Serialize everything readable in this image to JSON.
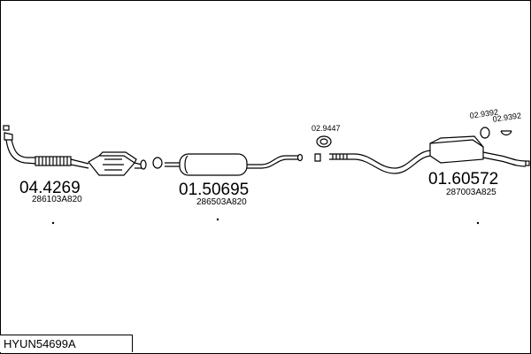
{
  "parts": {
    "front_pipe": {
      "number": "04.4269",
      "oem": "286103A820"
    },
    "center_muffler": {
      "number": "01.50695",
      "oem": "286503A820"
    },
    "rear_muffler": {
      "number": "01.60572",
      "oem": "287003A825"
    },
    "gasket": {
      "number": "02.9447"
    },
    "mount_a": {
      "number": "02.9392"
    },
    "mount_b": {
      "number": "02.9392"
    }
  },
  "title": {
    "code": "HYUN54699A"
  }
}
